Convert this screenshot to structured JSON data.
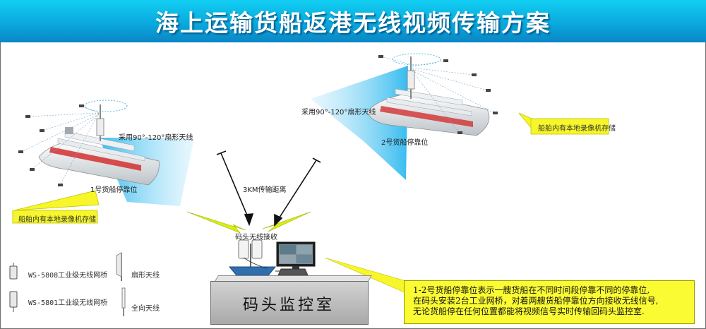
{
  "title": "海上运输货船返港无线视频传输方案",
  "labels": {
    "ship1_berth": "1号货船停靠位",
    "ship2_berth": "2号货船停靠位",
    "ship1_antenna": "采用90°-120°扇形天线",
    "ship2_antenna": "采用90°-120°扇形天线",
    "distance": "3KM传输距离",
    "dock_receive": "码头无线接收",
    "control_room": "码头监控室"
  },
  "callouts": {
    "ship1_storage": "船舶内有本地录像机存储",
    "ship2_storage": "船舶内有本地录像机存储"
  },
  "legend": [
    {
      "model": "WS-5808工业级无线网桥",
      "antenna": "扇形天线",
      "icon": "sector-bridge-icon"
    },
    {
      "model": "WS-5801工业级无线网桥",
      "antenna": "全向天线",
      "icon": "omni-bridge-icon"
    }
  ],
  "note_lines": [
    "1-2号货船停靠位表示一艘货船在不同时间段停靠不同的停靠位,",
    "在码头安装2台工业网桥，对着两艘货船停靠位方向接收无线信号,",
    "无论货船停在任何位置都能将视频信号实时传输回码头监控室."
  ],
  "colors": {
    "banner": "#0aa9dd",
    "beam": "#39bff0",
    "callout": "#f6f62a",
    "lightning": "#d8ee10"
  }
}
